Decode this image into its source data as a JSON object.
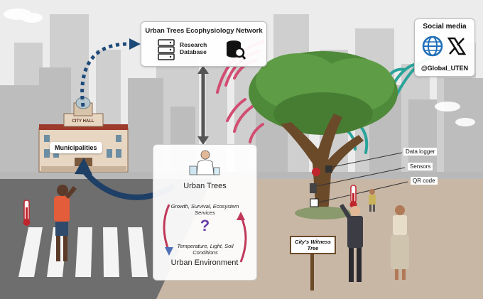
{
  "network": {
    "title": "Urban Trees Ecophysiology Network",
    "database_label": "Research Database"
  },
  "social": {
    "title": "Social media",
    "handle": "@Global_UTEN"
  },
  "municipalities_label": "Municipalities",
  "building_sign": "CITY HALL",
  "panel": {
    "top_title": "Urban Trees",
    "top_subtitle": "Growth, Survival, Ecosystem Services",
    "question": "?",
    "bottom_subtitle": "Temperature, Light, Soil Conditions",
    "bottom_title": "Urban Environment"
  },
  "tree_tags": {
    "data_logger": "Data logger",
    "sensors": "Sensors",
    "qr_code": "QR code"
  },
  "sign": {
    "text": "City's Witness Tree"
  },
  "colors": {
    "arrow_blue": "#1e4a7a",
    "signal_pink": "#d14d72",
    "signal_teal": "#2aa39a",
    "sky": "#e9e9e9",
    "road": "#6e6e6e",
    "ground": "#c9b7a6",
    "tree_green": "#4f8a3a"
  },
  "icons": [
    "server-icon",
    "database-search-icon",
    "globe-icon",
    "x-logo-icon",
    "thermometer-icon",
    "question-icon"
  ]
}
